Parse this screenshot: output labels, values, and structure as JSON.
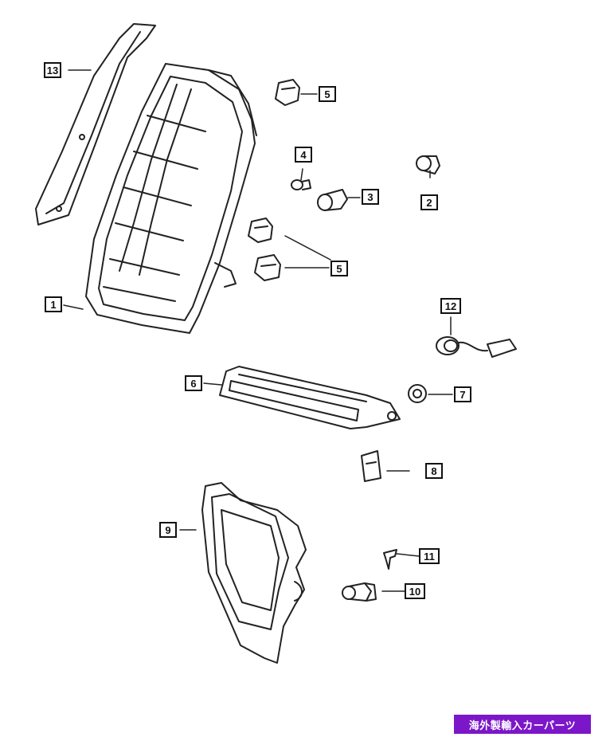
{
  "callouts": {
    "c1": "1",
    "c2": "2",
    "c3": "3",
    "c4": "4",
    "c5a": "5",
    "c5b": "5",
    "c6": "6",
    "c7": "7",
    "c8": "8",
    "c9": "9",
    "c10": "10",
    "c11": "11",
    "c12": "12",
    "c13": "13"
  },
  "watermark": "海外製輸入カーパーツ",
  "colors": {
    "line": "#222222",
    "watermark_bg": "#7c17c9"
  }
}
